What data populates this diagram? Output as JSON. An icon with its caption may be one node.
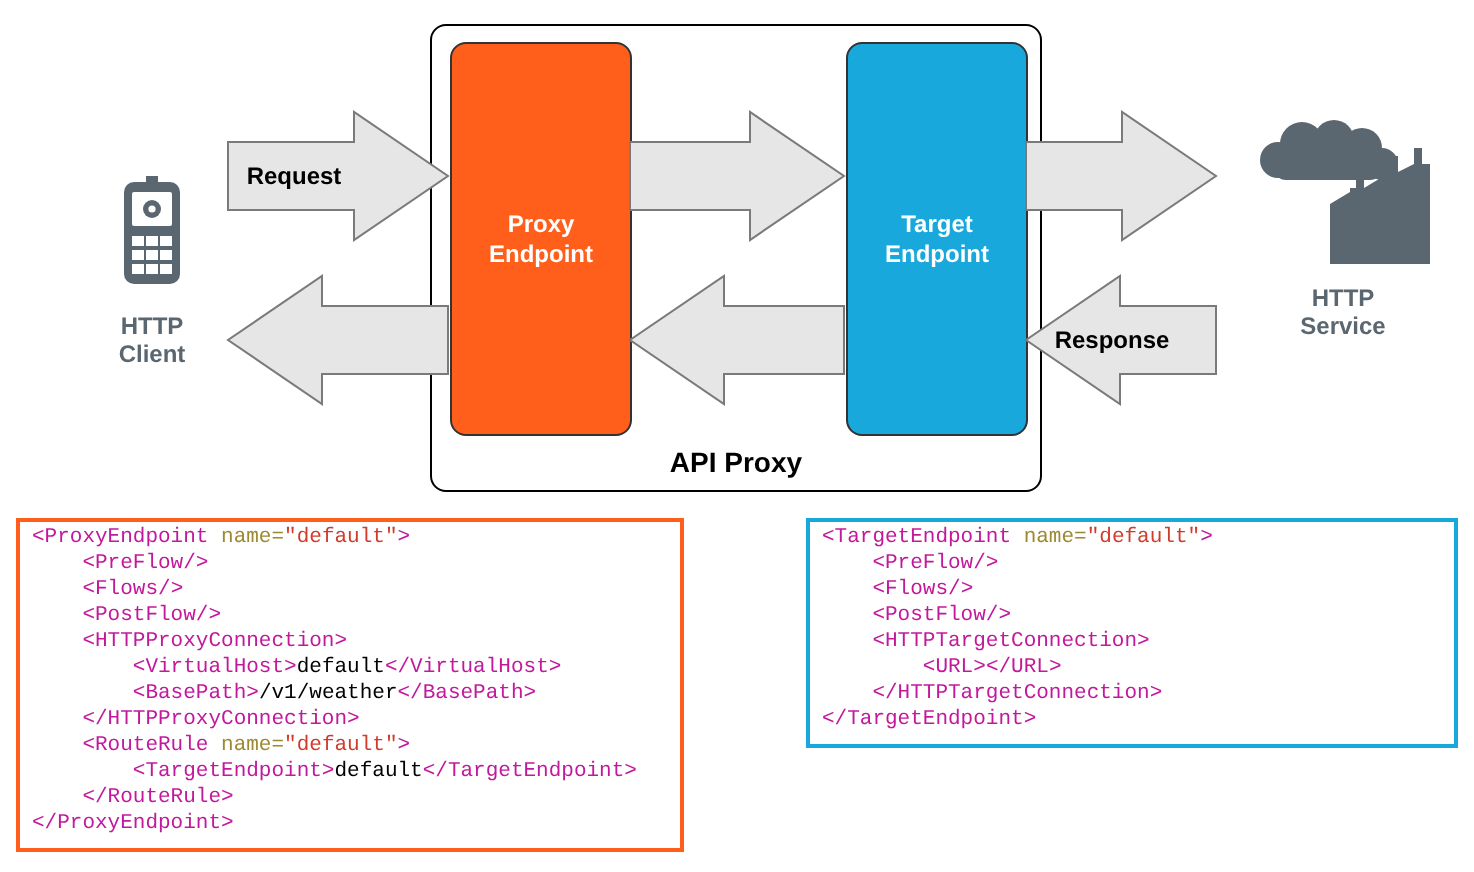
{
  "diagram": {
    "nodes": [
      {
        "text": [
          "HTTP Client"
        ]
      },
      {
        "text": [
          "API Proxy"
        ]
      },
      {
        "text": [
          "Proxy Endpoint"
        ],
        "in": 1
      },
      {
        "text": [
          "Target Endpoint"
        ],
        "in": 1
      },
      {
        "text": [
          "HTTP Service"
        ]
      },
      {
        "text": [
          "<ProxyEndpoint name=\"default\">",
          "<PreFlow/>",
          "<Flows/>",
          "<PostFlow/>",
          "<HTTPProxyConnection>",
          "<VirtualHost>default</VirtualHost>",
          "<BasePath>/v1/weather</BasePath>",
          "</HTTPProxyConnection>",
          "<RouteRule name=\"default\">",
          "<TargetEndpoint>default</TargetEndpoint>",
          "</RouteRule>",
          "</ProxyEndpoint>"
        ]
      },
      {
        "text": [
          "<TargetEndpoint name=\"default\">",
          "<PreFlow/>",
          "<Flows/>",
          "<PostFlow/>",
          "<HTTPTargetConnection>",
          "<URL></URL>",
          "</HTTPTargetConnection>",
          "</TargetEndpoint>"
        ]
      }
    ],
    "edges": [
      {
        "from": 0,
        "to": 2,
        "arrow": "to",
        "label": "Request"
      },
      {
        "from": 2,
        "to": 3,
        "arrow": "to"
      },
      {
        "from": 3,
        "to": 4,
        "arrow": "to"
      },
      {
        "from": 4,
        "to": 3,
        "arrow": "to",
        "label": "Response"
      },
      {
        "from": 3,
        "to": 2,
        "arrow": "to"
      },
      {
        "from": 2,
        "to": 0,
        "arrow": "to"
      }
    ]
  }
}
